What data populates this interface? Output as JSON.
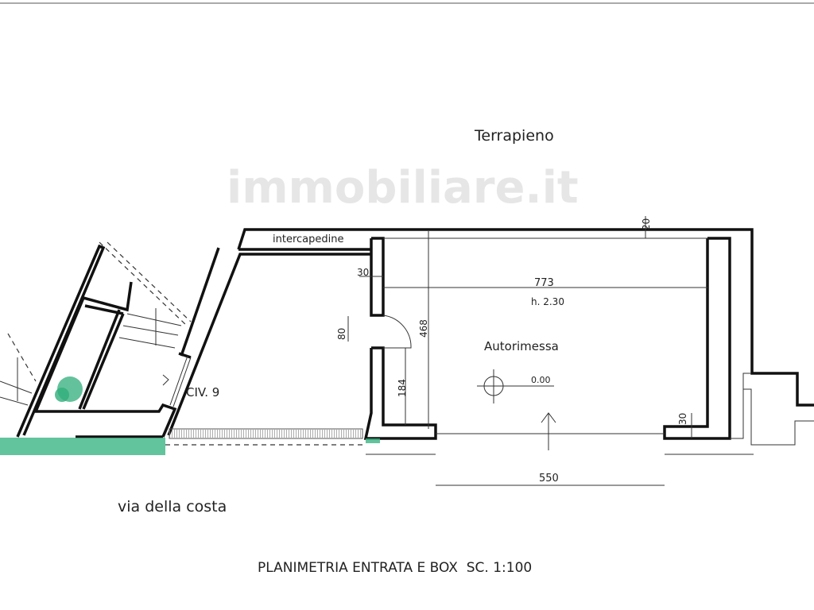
{
  "labels": {
    "terrapieno": "Terrapieno",
    "intercapedine": "intercapedine",
    "autorimessa": "Autorimessa",
    "height": "h. 2.30",
    "level": "0.00",
    "civic": "CIV. 9",
    "street": "via della costa",
    "title": "PLANIMETRIA ENTRATA E BOX  SC. 1:100",
    "watermark": "immobiliare.it"
  },
  "dimensions": {
    "top_wall": "20",
    "left_wall": "30",
    "room_width": "773",
    "room_depth": "468",
    "door_width": "80",
    "wall_segment": "184",
    "right_wall": "30",
    "opening": "550"
  },
  "colors": {
    "green": "#2fae7a",
    "line": "#111111",
    "watermark": "#eeeeee"
  }
}
